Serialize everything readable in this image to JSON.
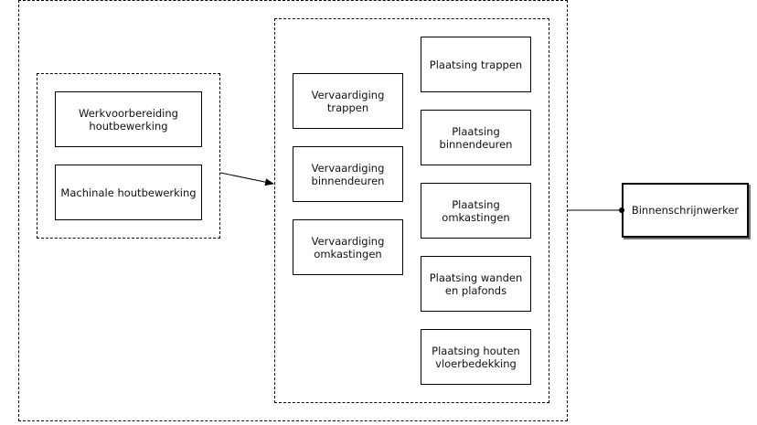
{
  "diagram": {
    "left_group": {
      "boxes": [
        {
          "label": "Werkvoorbereiding\nhoutbewerking"
        },
        {
          "label": "Machinale houtbewerking"
        }
      ]
    },
    "middle_group": {
      "manufacture_boxes": [
        {
          "label": "Vervaardiging\ntrappen"
        },
        {
          "label": "Vervaardiging\nbinnendeuren"
        },
        {
          "label": "Vervaardiging\nomkastingen"
        }
      ],
      "placement_boxes": [
        {
          "label": "Plaatsing trappen"
        },
        {
          "label": "Plaatsing\nbinnendeuren"
        },
        {
          "label": "Plaatsing\nomkastingen"
        },
        {
          "label": "Plaatsing wanden\nen plafonds"
        },
        {
          "label": "Plaatsing houten\nvloerbedekking"
        }
      ]
    },
    "result_box": {
      "label": "Binnenschrijnwerker"
    }
  },
  "colors": {
    "stroke": "#000000",
    "background": "#ffffff"
  }
}
